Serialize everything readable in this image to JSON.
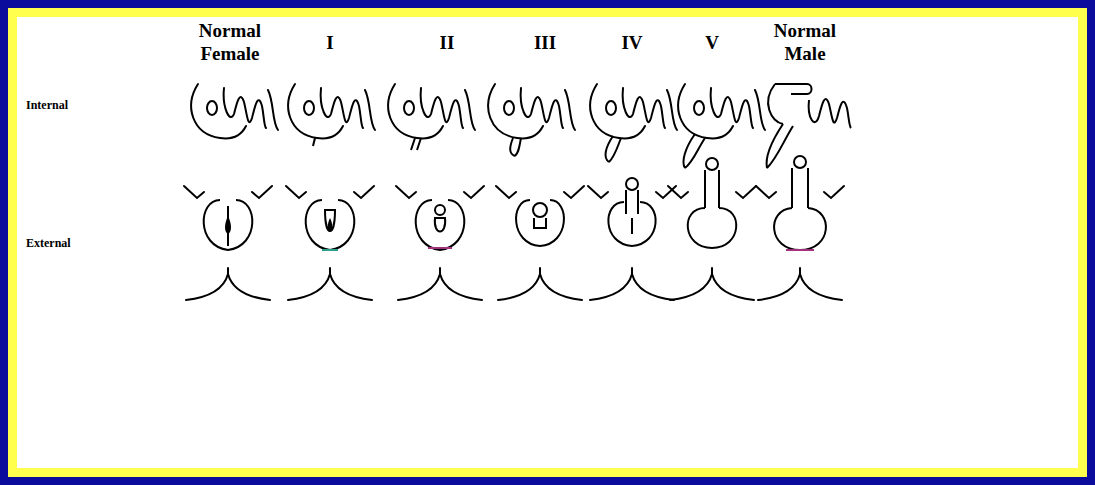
{
  "diagram": {
    "labels": [
      "Normal Female",
      "I",
      "II",
      "III",
      "IV",
      "V",
      "Normal Male",
      "Internal",
      "External"
    ]
  }
}
